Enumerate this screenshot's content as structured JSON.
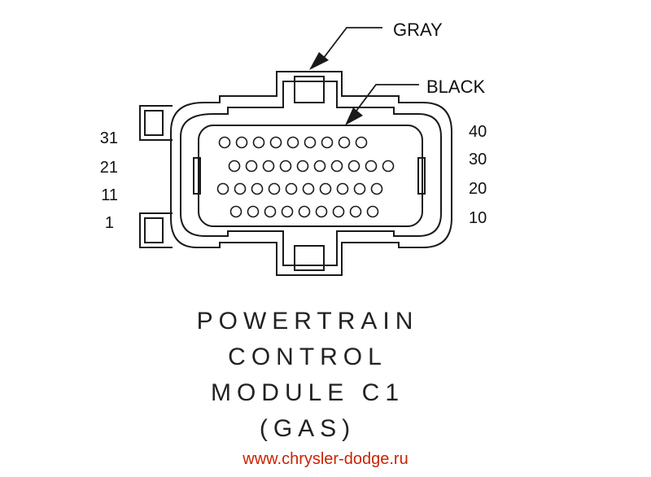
{
  "callouts": {
    "top_color": "GRAY",
    "body_color": "BLACK"
  },
  "pin_labels": {
    "left": [
      "31",
      "21",
      "11",
      "1"
    ],
    "right": [
      "40",
      "30",
      "20",
      "10"
    ]
  },
  "pin_rows": [
    9,
    10,
    10,
    9
  ],
  "title_lines": [
    "POWERTRAIN",
    "CONTROL",
    "MODULE C1",
    "(GAS)"
  ],
  "website": "www.chrysler-dodge.ru",
  "colors": {
    "line": "#1a1a1a",
    "website": "#cc2200"
  }
}
